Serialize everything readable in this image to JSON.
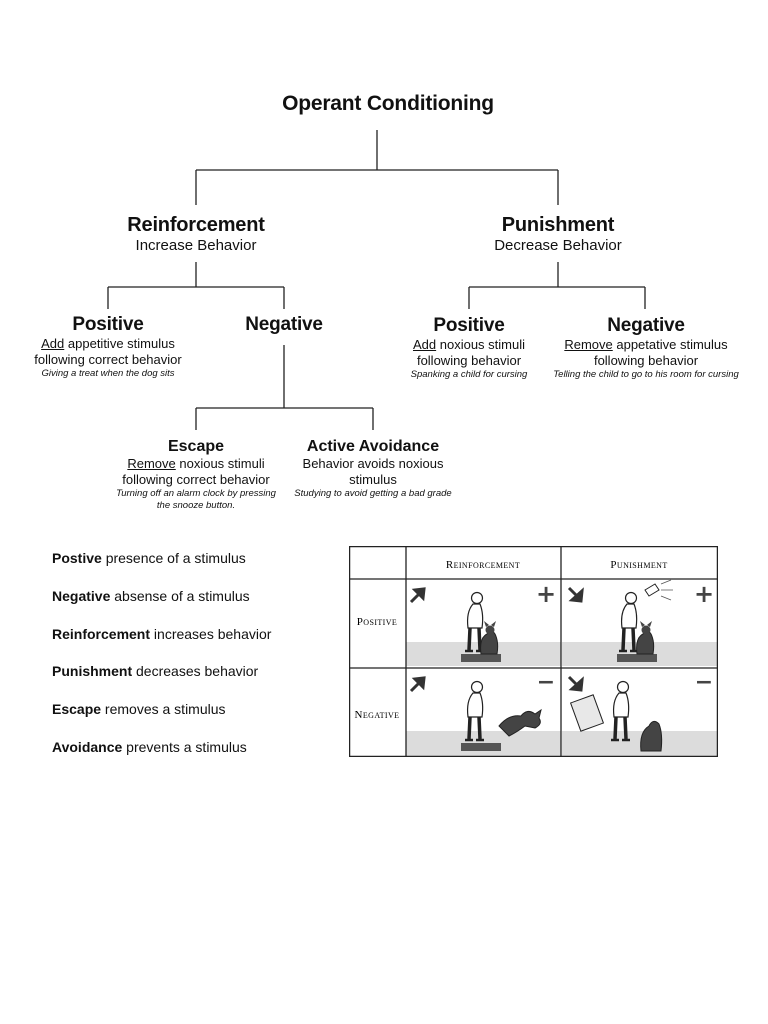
{
  "title": "Operant Conditioning",
  "reinforcement": {
    "title": "Reinforcement",
    "subtitle": "Increase Behavior",
    "positive": {
      "title": "Positive",
      "key_word": "Add",
      "line1_rest": " appetitive stimulus",
      "line2": "following correct behavior",
      "example": "Giving a treat when the dog sits"
    },
    "negative": {
      "title": "Negative",
      "escape": {
        "title": "Escape",
        "key_word": "Remove",
        "line1_rest": " noxious stimuli",
        "line2": "following correct behavior",
        "example_line1": "Turning off an alarm clock by pressing",
        "example_line2": "the snooze button."
      },
      "avoidance": {
        "title": "Active Avoidance",
        "line1": "Behavior avoids noxious",
        "line2": "stimulus",
        "example": "Studying to avoid getting a bad grade"
      }
    }
  },
  "punishment": {
    "title": "Punishment",
    "subtitle": "Decrease Behavior",
    "positive": {
      "title": "Positive",
      "key_word": "Add",
      "line1_rest": " noxious stimuli",
      "line2": "following behavior",
      "example": "Spanking a child for cursing"
    },
    "negative": {
      "title": "Negative",
      "key_word": "Remove",
      "line1_rest": " appetative stimulus",
      "line2": "following behavior",
      "example": "Telling the child to go to his room for cursing"
    }
  },
  "definitions": [
    {
      "term": "Postive",
      "text": " presence of a stimulus"
    },
    {
      "term": "Negative",
      "text": " absense of a stimulus"
    },
    {
      "term": "Reinforcement",
      "text": " increases behavior"
    },
    {
      "term": "Punishment",
      "text": " decreases behavior"
    },
    {
      "term": "Escape",
      "text": " removes a stimulus"
    },
    {
      "term": "Avoidance",
      "text": " prevents a stimulus"
    }
  ],
  "grid": {
    "col_headers": [
      "Reinforcement",
      "Punishment"
    ],
    "row_headers": [
      "Positive",
      "Negative"
    ],
    "signs": {
      "plus": "+",
      "minus": "−"
    }
  }
}
